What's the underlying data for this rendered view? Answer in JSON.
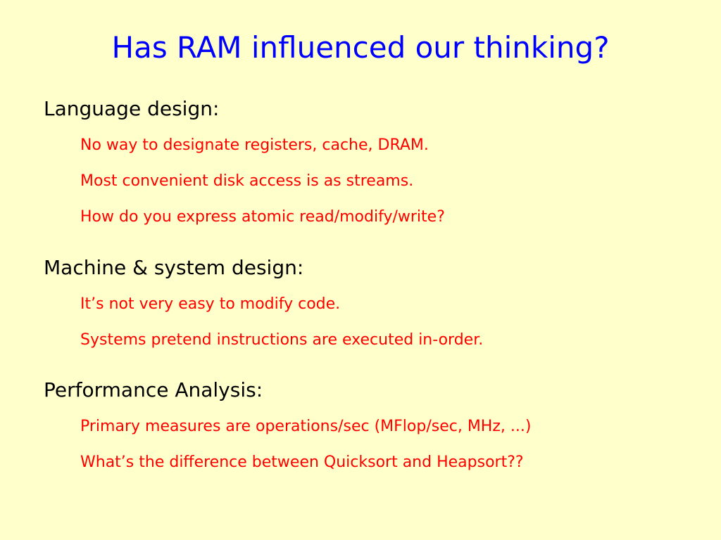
{
  "slide": {
    "title": "Has RAM influenced our thinking?",
    "sections": [
      {
        "heading": "Language design:",
        "items": [
          "No way to designate registers, cache, DRAM.",
          "Most convenient disk access is as streams.",
          "How do you express atomic read/modify/write?"
        ]
      },
      {
        "heading": "Machine & system design:",
        "items": [
          "It’s not very easy to modify code.",
          "Systems pretend instructions are executed in-order."
        ]
      },
      {
        "heading": "Performance Analysis:",
        "items": [
          "Primary measures are operations/sec (MFlop/sec, MHz, ...)",
          "What’s the difference between Quicksort and Heapsort??"
        ]
      }
    ]
  },
  "colors": {
    "background": "#FFFFCC",
    "title": "#0000FF",
    "heading": "#000000",
    "bullet": "#FF0000"
  }
}
